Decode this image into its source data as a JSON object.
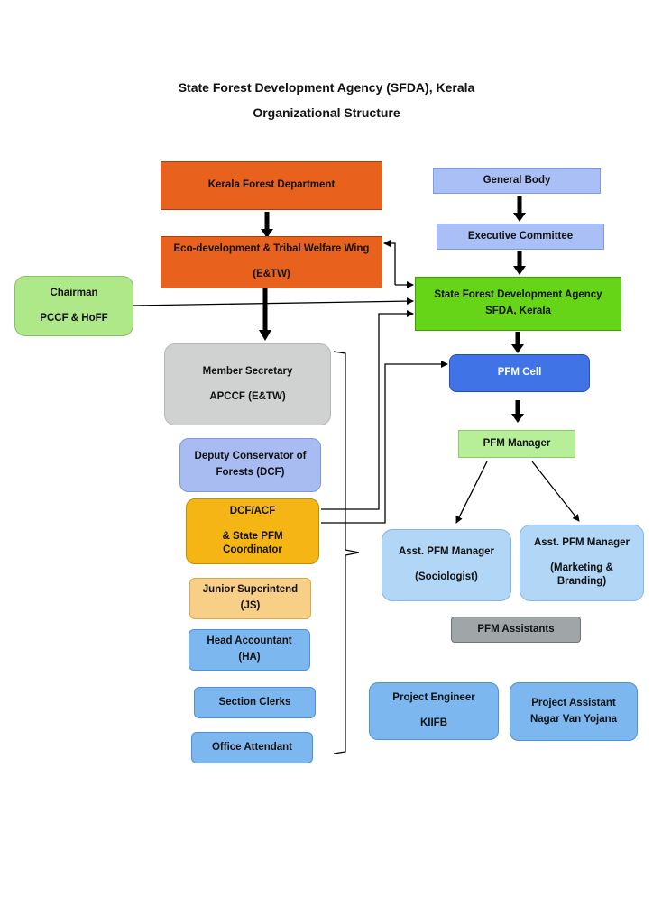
{
  "title_line1": "State Forest Development Agency (SFDA), Kerala",
  "title_line2": "Organizational Structure",
  "nodes": {
    "kfd": "Kerala Forest Department",
    "etw": {
      "line1": "Eco-development & Tribal Welfare Wing",
      "line2": "(E&TW)"
    },
    "chairman": {
      "line1": "Chairman",
      "line2": "PCCF & HoFF"
    },
    "general_body": "General Body",
    "exec_committee": "Executive Committee",
    "sfda": {
      "line1": "State Forest Development Agency",
      "line2": "SFDA, Kerala"
    },
    "member_secretary": {
      "line1": "Member Secretary",
      "line2": "APCCF (E&TW)"
    },
    "dcf": {
      "line1": "Deputy Conservator of",
      "line2": "Forests (DCF)"
    },
    "dcf_acf": {
      "line1": "DCF/ACF",
      "line2": "& State PFM",
      "line3": "Coordinator"
    },
    "junior_super": {
      "line1": "Junior Superintend",
      "line2": "(JS)"
    },
    "head_accountant": {
      "line1": "Head Accountant",
      "line2": "(HA)"
    },
    "section_clerks": "Section Clerks",
    "office_attendant": "Office Attendant",
    "pfm_cell": "PFM Cell",
    "pfm_manager": "PFM Manager",
    "asst_pfm_socio": {
      "line1": "Asst. PFM Manager",
      "line2": "(Sociologist)"
    },
    "asst_pfm_mkt": {
      "line1": "Asst. PFM Manager",
      "line2": "(Marketing &",
      "line3": "Branding)"
    },
    "pfm_assistants": "PFM Assistants",
    "project_engineer": {
      "line1": "Project Engineer",
      "line2": "KIIFB"
    },
    "project_assistant": {
      "line1": "Project Assistant",
      "line2": "Nagar Van Yojana"
    }
  },
  "colors": {
    "orange": "#e8621e",
    "green": "#66d417",
    "royal_blue": "#3f73e6",
    "gold": "#f5b514",
    "sky": "#7db7ef",
    "grey": "#cfd2d1"
  }
}
